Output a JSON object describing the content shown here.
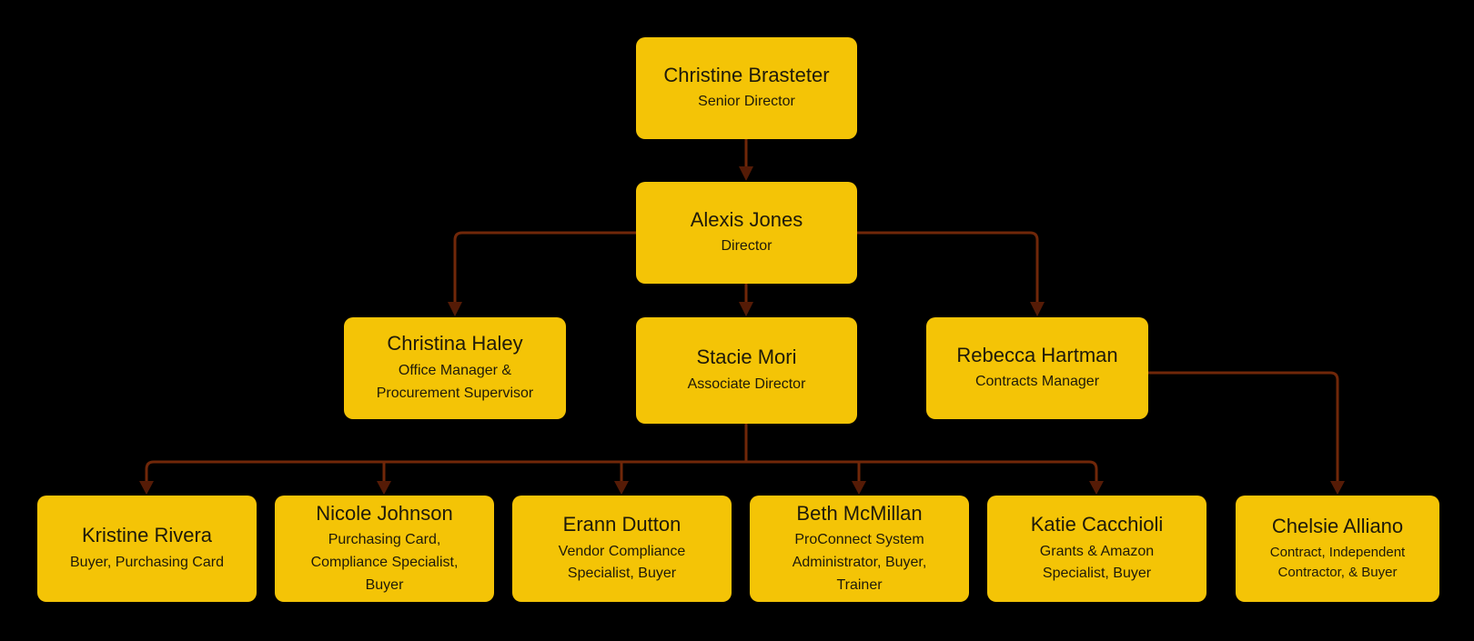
{
  "diagram_type": "org-chart",
  "colors": {
    "background": "#000000",
    "node_fill": "#F4C406",
    "node_text": "#1F1A0A",
    "connector_line": "#702709",
    "connector_arrow": "#551B06"
  },
  "nodes": [
    {
      "id": "christine-brasteter",
      "name": "Christine Brasteter",
      "title": "Senior Director",
      "reports_to": null
    },
    {
      "id": "alexis-jones",
      "name": "Alexis Jones",
      "title": "Director",
      "reports_to": "christine-brasteter"
    },
    {
      "id": "christina-haley",
      "name": "Christina Haley",
      "title": "Office Manager & Procurement Supervisor",
      "reports_to": "alexis-jones"
    },
    {
      "id": "stacie-mori",
      "name": "Stacie Mori",
      "title": "Associate Director",
      "reports_to": "alexis-jones"
    },
    {
      "id": "rebecca-hartman",
      "name": "Rebecca Hartman",
      "title": "Contracts Manager",
      "reports_to": "alexis-jones"
    },
    {
      "id": "kristine-rivera",
      "name": "Kristine Rivera",
      "title": "Buyer, Purchasing Card",
      "reports_to": "stacie-mori"
    },
    {
      "id": "nicole-johnson",
      "name": "Nicole Johnson",
      "title": "Purchasing Card, Compliance Specialist, Buyer",
      "reports_to": "stacie-mori"
    },
    {
      "id": "erann-dutton",
      "name": "Erann Dutton",
      "title": "Vendor Compliance Specialist, Buyer",
      "reports_to": "stacie-mori"
    },
    {
      "id": "beth-mcmillan",
      "name": "Beth McMillan",
      "title": "ProConnect System Administrator, Buyer, Trainer",
      "reports_to": "stacie-mori"
    },
    {
      "id": "katie-cacchioli",
      "name": "Katie Cacchioli",
      "title": "Grants & Amazon Specialist, Buyer",
      "reports_to": "stacie-mori"
    },
    {
      "id": "chelsie-alliano",
      "name": "Chelsie Alliano",
      "title": "Contract, Independent Contractor, & Buyer",
      "reports_to": "rebecca-hartman"
    }
  ]
}
